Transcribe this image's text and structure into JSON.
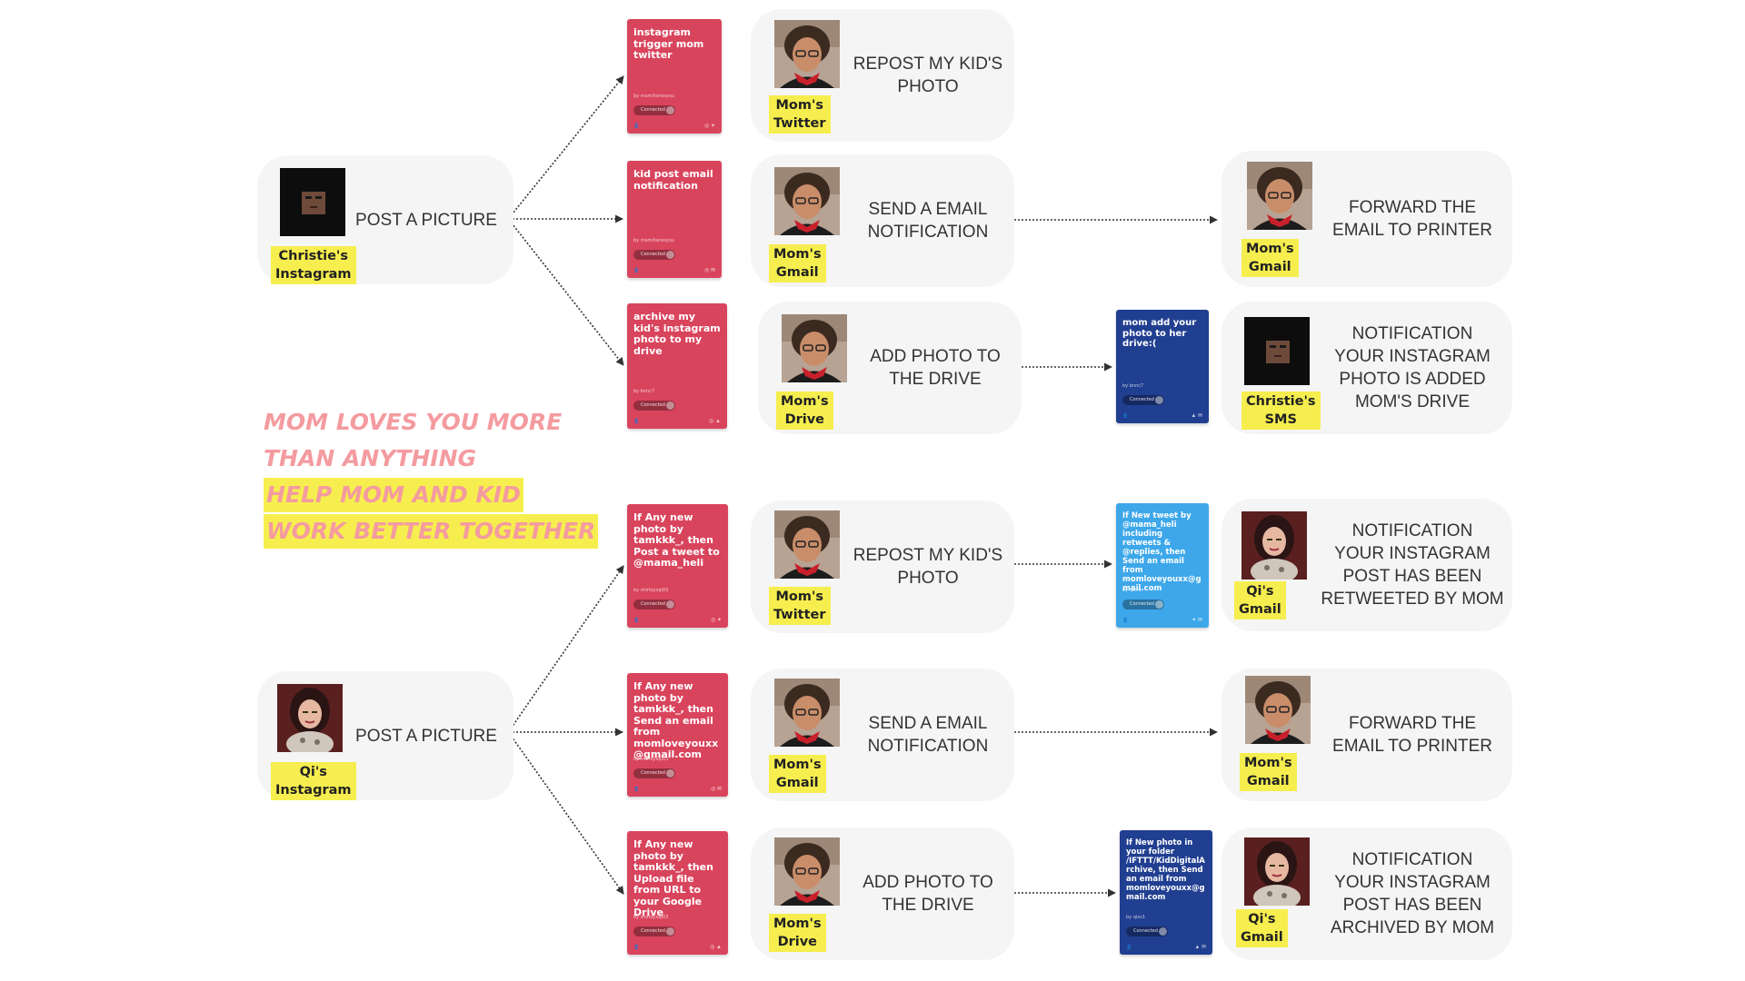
{
  "colors": {
    "node_bg": "#f5f5f5",
    "label_yellow": "#f6ee4e",
    "slogan_pink": "#f49ba0",
    "card_red": "#d9445d",
    "card_navy": "#213f91",
    "card_sky": "#3da7ea",
    "arrow": "#333333"
  },
  "slogan": {
    "line1": "MOM LOVES YOU MORE",
    "line2": "THAN ANYTHING",
    "line3": "HELP MOM AND KID",
    "line4": "WORK BETTER TOGETHER"
  },
  "sources": [
    {
      "id": "src-christie",
      "label": "Christie's\nInstagram",
      "text": "POST A PICTURE",
      "photo": "dark-selfie-photo"
    },
    {
      "id": "src-qi",
      "label": "Qi's\nInstagram",
      "text": "POST A PICTURE",
      "photo": "qi-selfie-photo"
    }
  ],
  "applets": [
    {
      "id": "ap1",
      "title": "instagram trigger mom twitter",
      "by": "by mamiheresyou",
      "status": "Connected",
      "icons": "◎ ✦",
      "color": "red"
    },
    {
      "id": "ap2",
      "title": "kid post email notification",
      "by": "by mamiheresyou",
      "status": "Connected",
      "icons": "◎ ✉",
      "color": "red"
    },
    {
      "id": "ap3",
      "title": "archive my kid's instagram photo to my drive",
      "by": "by bnnc7",
      "status": "Connected",
      "icons": "◎ ▲",
      "color": "red"
    },
    {
      "id": "ap4",
      "title": "If Any new photo by tamkkk_, then Post a tweet to @mama_heli",
      "by": "by shirleyxqi03",
      "status": "Connected",
      "icons": "◎ ✦",
      "color": "red"
    },
    {
      "id": "ap5",
      "title": "If Any new photo by tamkkk_, then Send an email from momloveyouxx@gmail.com",
      "by": "by shirleyxqi03",
      "status": "Connected",
      "icons": "◎ ✉",
      "color": "red"
    },
    {
      "id": "ap6",
      "title": "If Any new photo by tamkkk_, then Upload file from URL to your Google Drive",
      "by": "by shirleyxqi03",
      "status": "Connected",
      "icons": "◎ ▲",
      "color": "red"
    },
    {
      "id": "ap7",
      "title": "mom add your photo to her drive:(",
      "by": "by bnnc7",
      "status": "Connected",
      "icons": "▲ ✉",
      "color": "navy"
    },
    {
      "id": "ap8",
      "title": "If New tweet by @mama_heli including retweets & @replies, then Send an email from momloveyouxx@gmail.com",
      "by": "by qixs1",
      "status": "Connected",
      "icons": "✦ ✉",
      "color": "sky"
    },
    {
      "id": "ap9",
      "title": "If New photo in your folder /IFTTT/KidDigitalArchive, then Send an email from momloveyouxx@gmail.com",
      "by": "by qixs1",
      "status": "Connected",
      "icons": "▲ ✉",
      "color": "navy"
    }
  ],
  "actions": [
    {
      "id": "mid1",
      "label": "Mom's\nTwitter",
      "text": "REPOST MY KID'S\nPHOTO",
      "photo": "mom-photo"
    },
    {
      "id": "mid2",
      "label": "Mom's\nGmail",
      "text": "SEND A EMAIL\nNOTIFICATION",
      "photo": "mom-photo"
    },
    {
      "id": "mid3",
      "label": "Mom's\nDrive",
      "text": "ADD PHOTO TO\nTHE DRIVE",
      "photo": "mom-photo"
    },
    {
      "id": "mid4",
      "label": "Mom's\nTwitter",
      "text": "REPOST MY KID'S\nPHOTO",
      "photo": "mom-photo"
    },
    {
      "id": "mid5",
      "label": "Mom's\nGmail",
      "text": "SEND A EMAIL\nNOTIFICATION",
      "photo": "mom-photo"
    },
    {
      "id": "mid6",
      "label": "Mom's\nDrive",
      "text": "ADD PHOTO TO\nTHE DRIVE",
      "photo": "mom-photo"
    }
  ],
  "outcomes": [
    {
      "id": "r1",
      "label": "Mom's\nGmail",
      "text": "FORWARD THE\nEMAIL TO PRINTER",
      "photo": "mom-photo"
    },
    {
      "id": "r2",
      "label": "Christie's\nSMS",
      "text": "NOTIFICATION\nYOUR INSTAGRAM\nPHOTO IS ADDED\nMOM'S DRIVE",
      "photo": "dark-selfie-photo"
    },
    {
      "id": "r3",
      "label": "Qi's\nGmail",
      "text": "NOTIFICATION\nYOUR INSTAGRAM\nPOST HAS BEEN\nRETWEETED BY MOM",
      "photo": "qi-selfie-photo"
    },
    {
      "id": "r4",
      "label": "Mom's\nGmail",
      "text": "FORWARD THE\nEMAIL TO PRINTER",
      "photo": "mom-photo"
    },
    {
      "id": "r5",
      "label": "Qi's\nGmail",
      "text": "NOTIFICATION\nYOUR INSTAGRAM\nPOST HAS BEEN\nARCHIVED BY MOM",
      "photo": "qi-selfie-photo"
    }
  ]
}
